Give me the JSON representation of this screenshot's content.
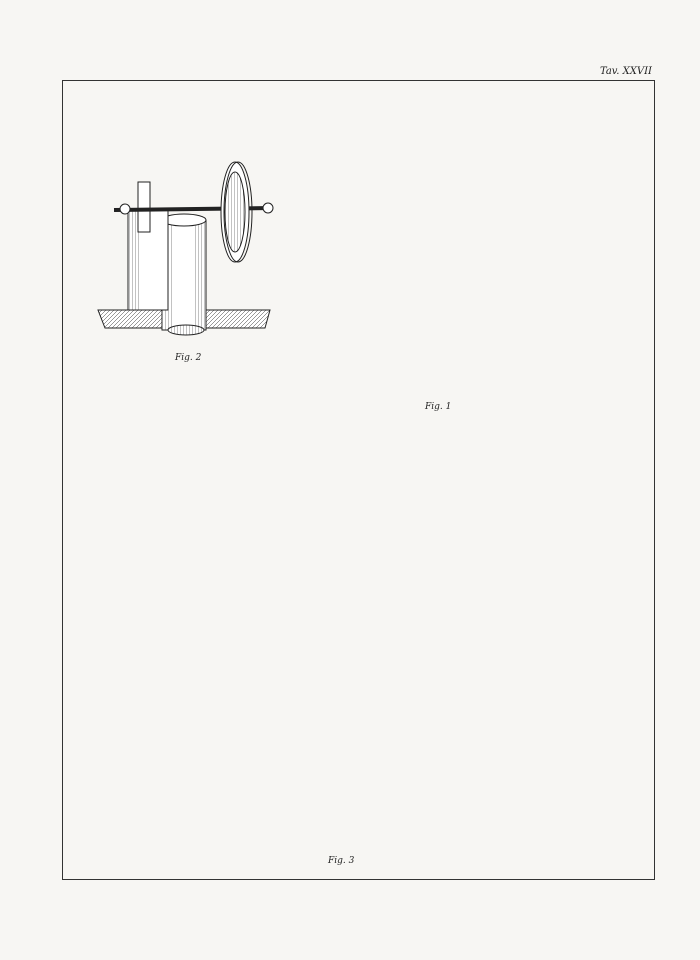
{
  "plate": {
    "number": "Tav. XXVII"
  },
  "figures": [
    {
      "id": "fig2",
      "label": "Fig. 2"
    },
    {
      "id": "fig1",
      "label": "Fig. 1"
    },
    {
      "id": "fig3",
      "label": "Fig. 3"
    }
  ]
}
